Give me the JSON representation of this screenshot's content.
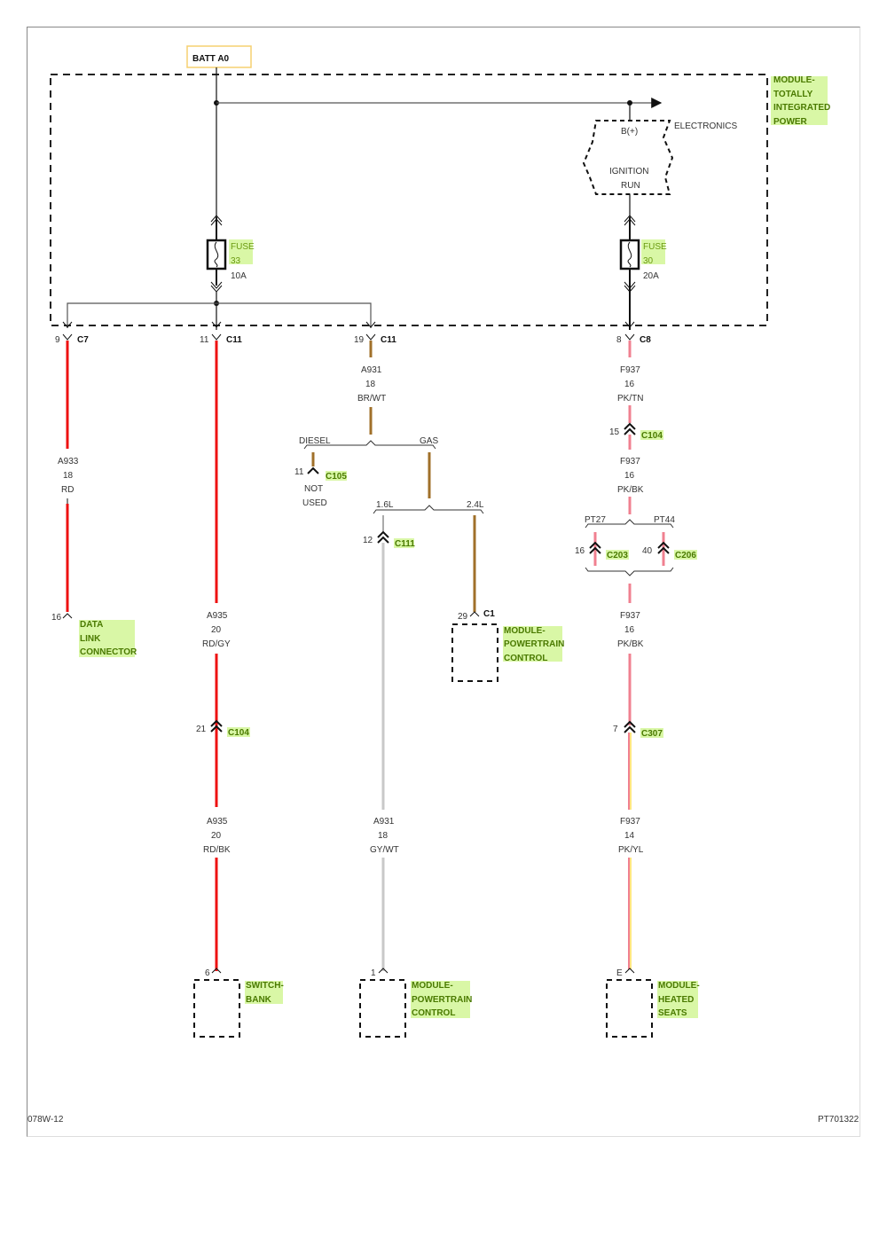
{
  "source": {
    "label": "BATT A0"
  },
  "tipm": {
    "label_lines": [
      "MODULE-",
      "TOTALLY",
      "INTEGRATED",
      "POWER"
    ]
  },
  "electronics": {
    "label": "ELECTRONICS",
    "input": "B(+)",
    "output_lines": [
      "IGNITION",
      "RUN"
    ]
  },
  "fuses": [
    {
      "id": "fuse33",
      "label": "FUSE",
      "number": "33",
      "rating": "10A"
    },
    {
      "id": "fuse30",
      "label": "FUSE",
      "number": "30",
      "rating": "20A"
    }
  ],
  "connectors_top": [
    {
      "pin": "9",
      "name": "C7"
    },
    {
      "pin": "11",
      "name": "C11"
    },
    {
      "pin": "19",
      "name": "C11"
    },
    {
      "pin": "8",
      "name": "C8"
    }
  ],
  "circuits": {
    "a933": {
      "code": "A933",
      "gauge": "18",
      "color": "RD"
    },
    "a935_1": {
      "code": "A935",
      "gauge": "20",
      "color": "RD/GY"
    },
    "a935_2": {
      "code": "A935",
      "gauge": "20",
      "color": "RD/BK"
    },
    "a931_1": {
      "code": "A931",
      "gauge": "18",
      "color": "BR/WT"
    },
    "a931_2": {
      "code": "A931",
      "gauge": "18",
      "color": "GY/WT"
    },
    "f937_1": {
      "code": "F937",
      "gauge": "16",
      "color": "PK/TN"
    },
    "f937_2": {
      "code": "F937",
      "gauge": "16",
      "color": "PK/BK"
    },
    "f937_3": {
      "code": "F937",
      "gauge": "16",
      "color": "PK/BK"
    },
    "f937_4": {
      "code": "F937",
      "gauge": "14",
      "color": "PK/YL"
    }
  },
  "inline_connectors": {
    "c105": {
      "pin": "11",
      "name": "C105"
    },
    "c111": {
      "pin": "12",
      "name": "C111"
    },
    "c104_a": {
      "pin": "21",
      "name": "C104"
    },
    "c104_b": {
      "pin": "15",
      "name": "C104"
    },
    "c203": {
      "pin": "16",
      "name": "C203"
    },
    "c206": {
      "pin": "40",
      "name": "C206"
    },
    "c307": {
      "pin": "7",
      "name": "C307"
    }
  },
  "options": {
    "diesel": "DIESEL",
    "gas": "GAS",
    "l16": "1.6L",
    "l24": "2.4L",
    "pt27": "PT27",
    "pt44": "PT44",
    "not_used_lines": [
      "NOT",
      "USED"
    ]
  },
  "components": {
    "dlc": {
      "pin": "16",
      "label_lines": [
        "DATA",
        "LINK",
        "CONNECTOR"
      ]
    },
    "pcm_c1": {
      "pin": "29",
      "connector": "C1",
      "label_lines": [
        "MODULE-",
        "POWERTRAIN",
        "CONTROL"
      ]
    },
    "switch_bank": {
      "pin": "6",
      "label_lines": [
        "SWITCH-",
        "BANK"
      ]
    },
    "pcm": {
      "pin": "1",
      "label_lines": [
        "MODULE-",
        "POWERTRAIN",
        "CONTROL"
      ]
    },
    "heated_seats": {
      "pin": "E",
      "label_lines": [
        "MODULE-",
        "HEATED",
        "SEATS"
      ]
    }
  },
  "footer": {
    "left": "078W-12",
    "right": "PT701322"
  },
  "colors": {
    "red": "#ee1111",
    "brown": "#a0702a",
    "gray": "#c8c8c8",
    "pink": "#f08090",
    "yellow": "#ffe680",
    "highlight": "#d9f7a6",
    "label_green": "#4a7a00"
  }
}
